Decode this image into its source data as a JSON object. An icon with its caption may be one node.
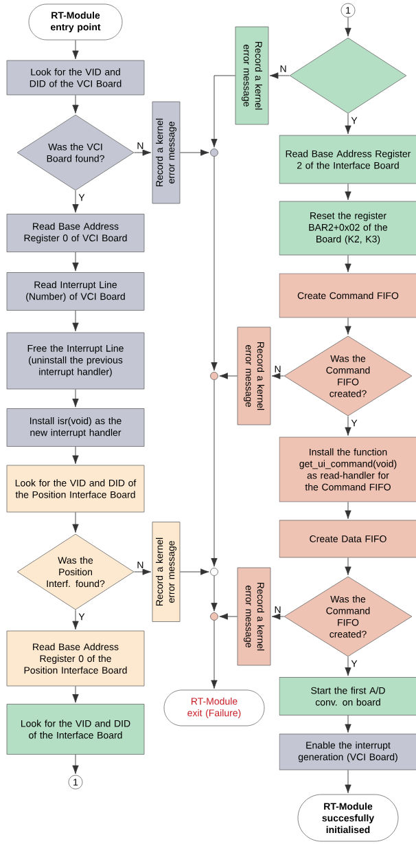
{
  "diagram": {
    "nodes": [
      {
        "text": [
          "RT-Module entry point"
        ]
      },
      {
        "text": [
          "Look for the VID and DID of the VCI Board"
        ]
      },
      {
        "text": [
          "Was the VCI Board found?"
        ]
      },
      {
        "text": [
          "Record a kernel error message"
        ]
      },
      {
        "text": [
          "Read Base Address Register 0 of VCI Board"
        ]
      },
      {
        "text": [
          "Read Interrupt Line (Number) of VCI Board"
        ]
      },
      {
        "text": [
          "Free the Interrupt Line (uninstall the previous interrupt handler)"
        ]
      },
      {
        "text": [
          "Install isr(void) as the new interrupt handler"
        ]
      },
      {
        "text": [
          "Look for the VID and DID of the Position Interface Board"
        ]
      },
      {
        "text": [
          "Was the Position Interf. found?"
        ]
      },
      {
        "text": [
          "Record a kernel error message"
        ]
      },
      {
        "text": [
          "Read Base Address Register 0 of the Position Interface Board"
        ]
      },
      {
        "text": [
          "Look for the VID and DID of the Interface Board"
        ]
      },
      {
        "text": [
          "1"
        ]
      },
      {
        "text": [],
        "shape": "circle"
      },
      {
        "text": [],
        "shape": "circle"
      },
      {
        "text": [],
        "shape": "circle"
      },
      {
        "text": [],
        "shape": "circle"
      },
      {
        "text": [
          "RT-Module exit (Failure)"
        ]
      },
      {
        "text": [
          "1"
        ]
      },
      {
        "text": [],
        "shape": "diamond"
      },
      {
        "text": [
          "Record a kernel error message"
        ]
      },
      {
        "text": [
          "Read Base Address Register 2 of the Interface Board"
        ]
      },
      {
        "text": [
          "Reset the register BAR2+0x02 of the Board (K2, K3)"
        ]
      },
      {
        "text": [
          "Create Command FIFO"
        ]
      },
      {
        "text": [
          "Was the Command FIFO created?"
        ]
      },
      {
        "text": [
          "Record a kernel error message"
        ]
      },
      {
        "text": [
          "Install the function get_ui_command(void) as read-handler for the Command FIFO"
        ]
      },
      {
        "text": [
          "Create Data FIFO"
        ]
      },
      {
        "text": [
          "Was the Command FIFO created?"
        ]
      },
      {
        "text": [
          "Record a kernel error message"
        ]
      },
      {
        "text": [
          "Start the first A/D conv. on board"
        ]
      },
      {
        "text": [
          "Enable the interrupt generation (VCI Board)"
        ]
      },
      {
        "text": [
          "RT-Module succesfully initialised"
        ]
      }
    ],
    "edges": [
      {
        "from": 0,
        "to": 1,
        "arrow": "to"
      },
      {
        "from": 1,
        "to": 2,
        "arrow": "to"
      },
      {
        "from": 2,
        "to": 3,
        "arrow": "to",
        "label": "N"
      },
      {
        "from": 2,
        "to": 4,
        "arrow": "to",
        "label": "Y"
      },
      {
        "from": 3,
        "to": 14,
        "arrow": "to"
      },
      {
        "from": 4,
        "to": 5,
        "arrow": "to"
      },
      {
        "from": 5,
        "to": 6,
        "arrow": "to"
      },
      {
        "from": 6,
        "to": 7,
        "arrow": "to"
      },
      {
        "from": 7,
        "to": 8,
        "arrow": "to"
      },
      {
        "from": 8,
        "to": 9,
        "arrow": "to"
      },
      {
        "from": 9,
        "to": 10,
        "arrow": "to",
        "label": "N"
      },
      {
        "from": 9,
        "to": 11,
        "arrow": "to",
        "label": "Y"
      },
      {
        "from": 10,
        "to": 16,
        "arrow": "to"
      },
      {
        "from": 11,
        "to": 12,
        "arrow": "to"
      },
      {
        "from": 12,
        "to": 13,
        "arrow": "to"
      },
      {
        "from": 19,
        "to": 20,
        "arrow": "to"
      },
      {
        "from": 20,
        "to": 21,
        "arrow": "to",
        "label": "N"
      },
      {
        "from": 21,
        "to": 14,
        "arrow": "to"
      },
      {
        "from": 20,
        "to": 22,
        "arrow": "to",
        "label": "Y"
      },
      {
        "from": 22,
        "to": 23,
        "arrow": "to"
      },
      {
        "from": 23,
        "to": 24,
        "arrow": "to"
      },
      {
        "from": 24,
        "to": 25,
        "arrow": "to"
      },
      {
        "from": 25,
        "to": 26,
        "arrow": "to",
        "label": "N"
      },
      {
        "from": 26,
        "to": 15,
        "arrow": "to"
      },
      {
        "from": 25,
        "to": 27,
        "arrow": "to",
        "label": "Y"
      },
      {
        "from": 27,
        "to": 28,
        "arrow": "to"
      },
      {
        "from": 28,
        "to": 29,
        "arrow": "to"
      },
      {
        "from": 29,
        "to": 30,
        "arrow": "to",
        "label": "N"
      },
      {
        "from": 30,
        "to": 17,
        "arrow": "to"
      },
      {
        "from": 29,
        "to": 31,
        "arrow": "to",
        "label": "Y"
      },
      {
        "from": 31,
        "to": 32,
        "arrow": "to"
      },
      {
        "from": 32,
        "to": 33,
        "arrow": "to"
      },
      {
        "from": 14,
        "to": 15,
        "arrow": "to"
      },
      {
        "from": 15,
        "to": 16,
        "arrow": "to"
      },
      {
        "from": 16,
        "to": 17,
        "arrow": "to"
      },
      {
        "from": 17,
        "to": 18,
        "arrow": "to"
      }
    ]
  }
}
